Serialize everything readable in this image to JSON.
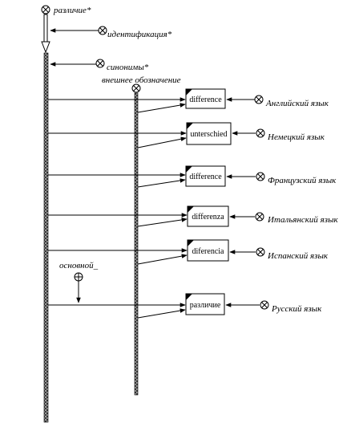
{
  "diagram": {
    "root": {
      "label": "различие*"
    },
    "relations": {
      "identification": "идентификация*",
      "synonyms": "синонимы*",
      "external": "внешнее обозначение",
      "primary": "основной_"
    },
    "entries": [
      {
        "word": "difference",
        "language": "Английский язык"
      },
      {
        "word": "unterschied",
        "language": "Немецкий язык"
      },
      {
        "word": "difference",
        "language": "Французский язык"
      },
      {
        "word": "differenza",
        "language": "Итальянский язык"
      },
      {
        "word": "diferencia",
        "language": "Испанский язык"
      },
      {
        "word": "различие",
        "language": "Русский язык"
      }
    ],
    "colors": {
      "line": "#000000",
      "bar": "#777777",
      "background": "#ffffff"
    },
    "icons": {
      "node": "circle-cross-icon",
      "primary_node": "circle-plus-icon"
    }
  }
}
